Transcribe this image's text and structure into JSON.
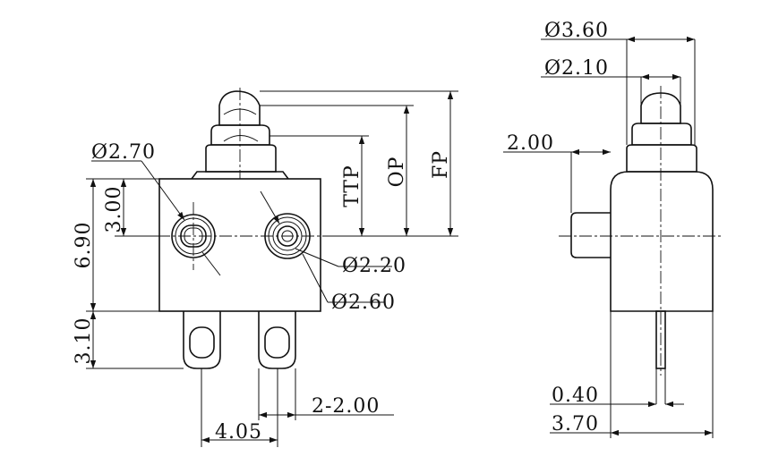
{
  "front_view": {
    "dim_hole_dia": "Ø2.70",
    "dim_hole_pitch_v": "3.00",
    "dim_body_height": "6.90",
    "dim_terminal_len": "3.10",
    "dim_ttp": "TTP",
    "dim_op": "OP",
    "dim_fp": "FP",
    "dim_inner_dia": "Ø2.20",
    "dim_outer_dia": "Ø2.60",
    "dim_terminal_pitch": "2-2.00",
    "dim_terminal_offset": "4.05"
  },
  "side_view": {
    "dim_boot_dia": "Ø3.60",
    "dim_plunger_dia": "Ø2.10",
    "dim_pin_height": "2.00",
    "dim_terminal_thickness": "0.40",
    "dim_body_width": "3.70"
  },
  "colors": {
    "line": "#111111",
    "background": "#ffffff"
  }
}
